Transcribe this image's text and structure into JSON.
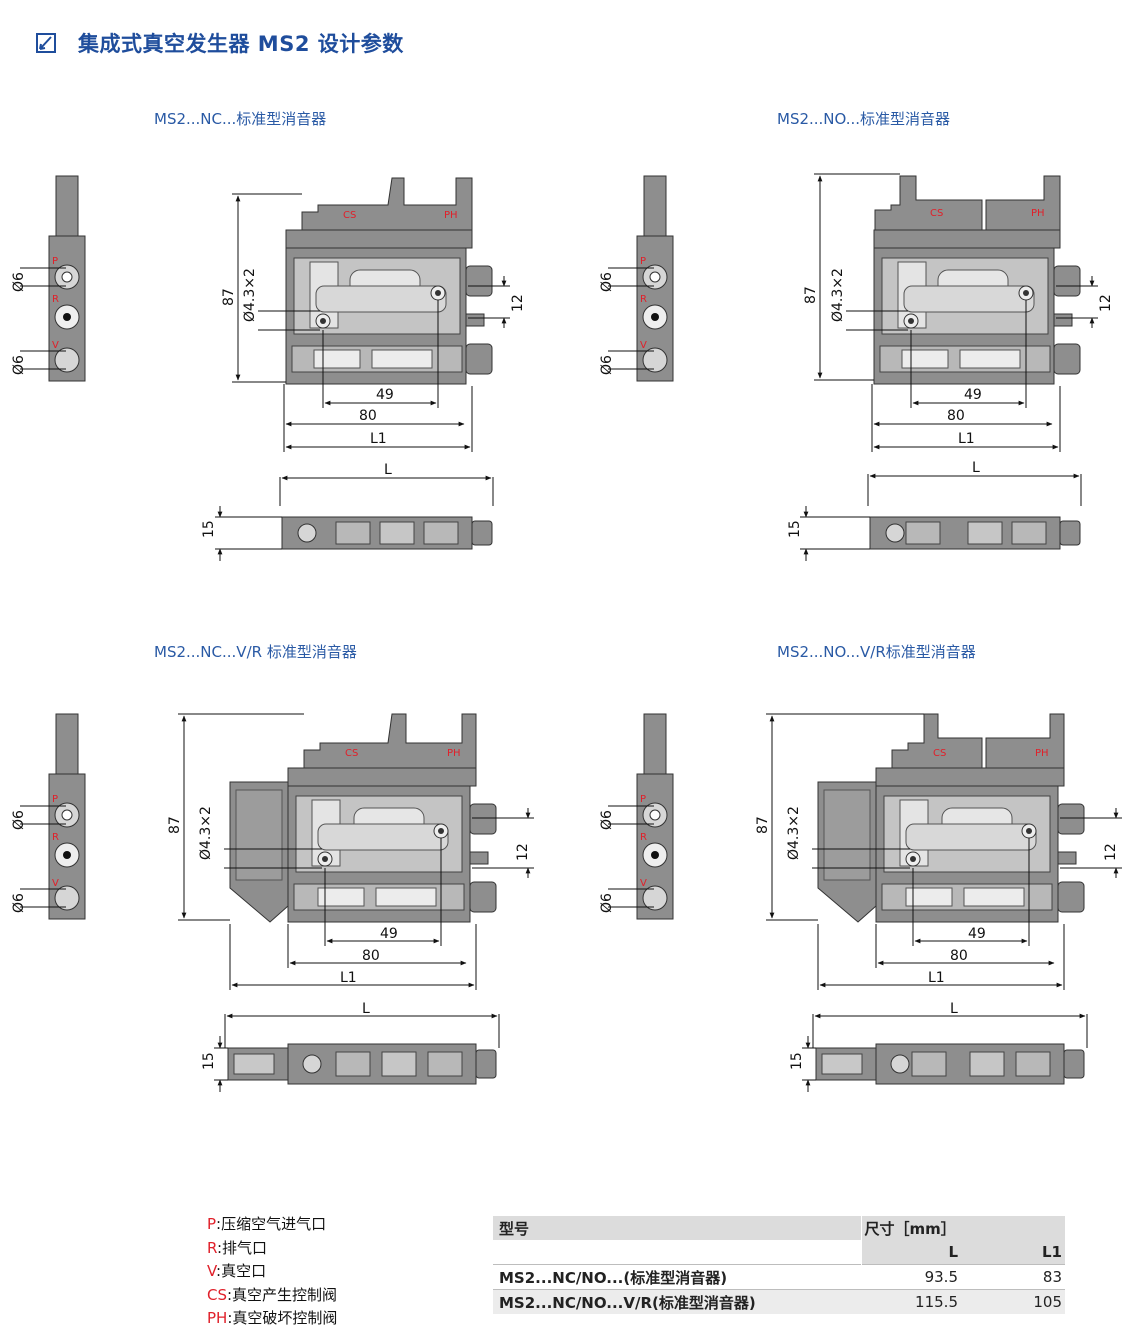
{
  "header": {
    "title": "集成式真空发生器 MS2 设计参数",
    "icon": "pencil-square-icon"
  },
  "colors": {
    "brand": "#1f4d9c",
    "accent_red": "#e0202a",
    "body_gray": "#8e8e8e",
    "light_gray": "#c4c4c4"
  },
  "sections": [
    {
      "title": "MS2...NC...标准型消音器"
    },
    {
      "title": "MS2...NO...标准型消音器"
    },
    {
      "title": "MS2...NC...V/R 标准型消音器"
    },
    {
      "title": "MS2...NO...V/R标准型消音器"
    }
  ],
  "drawing": {
    "ports": {
      "p": "P",
      "r": "R",
      "v": "V",
      "cs": "CS",
      "ph": "PH"
    },
    "dims": {
      "diameter": "Ø6",
      "hole": "Ø4.3×2",
      "height": "87",
      "spacing": "12",
      "pitch": "49",
      "body": "80",
      "l1": "L1",
      "l": "L",
      "width": "15"
    }
  },
  "legend": [
    {
      "code": "P",
      "text": ":压缩空气进气口"
    },
    {
      "code": "R",
      "text": ":排气口"
    },
    {
      "code": "V",
      "text": ":真空口"
    },
    {
      "code": "CS",
      "text": ":真空产生控制阀"
    },
    {
      "code": "PH",
      "text": ":真空破坏控制阀"
    }
  ],
  "table": {
    "col_model": "型号",
    "col_size": "尺寸［mm］",
    "sub_l": "L",
    "sub_l1": "L1",
    "rows": [
      {
        "model": "MS2...NC/NO...(标准型消音器)",
        "l": "93.5",
        "l1": "83"
      },
      {
        "model": "MS2...NC/NO...V/R(标准型消音器)",
        "l": "115.5",
        "l1": "105"
      }
    ]
  }
}
